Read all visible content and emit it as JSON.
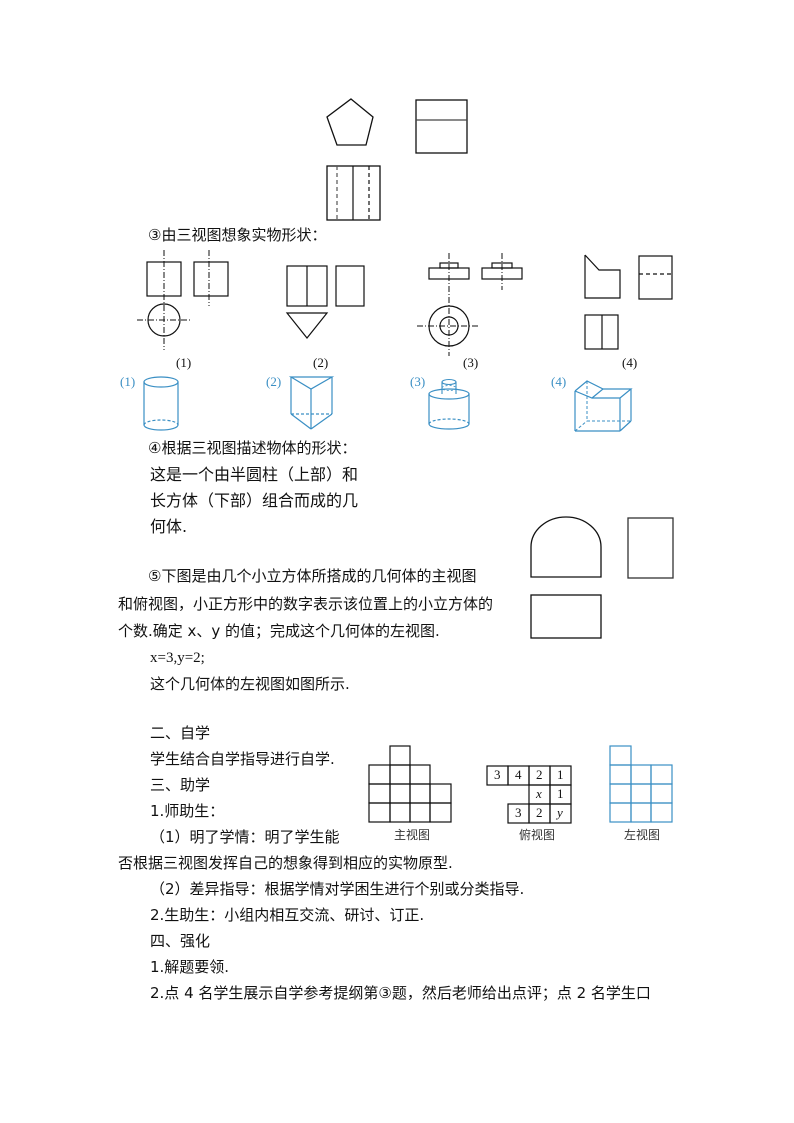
{
  "figures_top": {
    "shapes": [
      "pentagon",
      "square-with-horizontal-line",
      "rectangle-with-dashed-lines"
    ]
  },
  "section3": {
    "heading": "③由三视图想象实物形状：",
    "view_labels": [
      "(1)",
      "(2)",
      "(3)",
      "(4)"
    ],
    "solid_labels": [
      "(1)",
      "(2)",
      "(3)",
      "(4)"
    ],
    "solids": [
      "cylinder",
      "triangular-prism",
      "stacked-cylinders",
      "composite-block"
    ],
    "solid_color": "#3a8fc4"
  },
  "section4": {
    "heading": "④根据三视图描述物体的形状：",
    "lines": [
      "这是一个由半圆柱（上部）和",
      "长方体（下部）组合而成的几",
      "何体."
    ]
  },
  "section5": {
    "lines": [
      "⑤下图是由几个小立方体所搭成的几何体的主视图",
      "和俯视图，小正方形中的数字表示该位置上的小立方体的",
      "个数.确定 x、y 的值；完成这个几何体的左视图."
    ],
    "answer": "x=3,y=2;",
    "conclusion": "这个几何体的左视图如图所示."
  },
  "views": {
    "front_caption": "主视图",
    "top_caption": "俯视图",
    "left_caption": "左视图",
    "top_grid": [
      [
        "3",
        "4",
        "2",
        "1"
      ],
      [
        "",
        "",
        "x",
        "1"
      ],
      [
        "",
        "3",
        "2",
        "y"
      ]
    ]
  },
  "body": {
    "h2": "二、自学",
    "p2": "学生结合自学指导进行自学.",
    "h3": "三、助学",
    "p3_1": "1.师助生：",
    "p3_1a_l1": "（1）明了学情：明了学生能",
    "p3_1a_l2": "否根据三视图发挥自己的想象得到相应的实物原型.",
    "p3_1b": "（2）差异指导：根据学情对学困生进行个别或分类指导.",
    "p3_2": "2.生助生：小组内相互交流、研讨、订正.",
    "h4": "四、强化",
    "p4_1": "1.解题要领.",
    "p4_2": "2.点 4 名学生展示自学参考提纲第③题，然后老师给出点评；点 2 名学生口"
  }
}
